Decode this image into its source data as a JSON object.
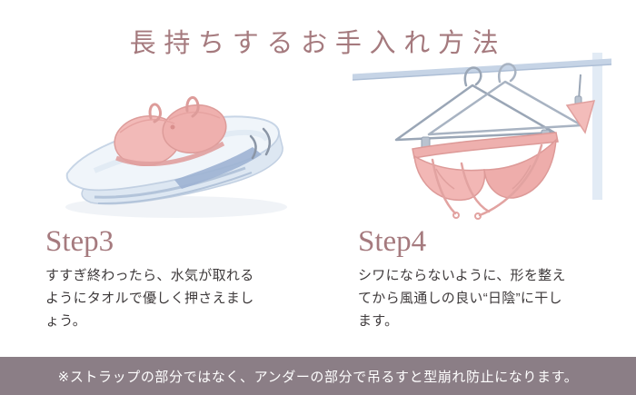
{
  "title": "長持ちするお手入れ方法",
  "steps": [
    {
      "label": "Step3",
      "text": "すすぎ終わったら、水気が取れるようにタオルで優しく押さえましょう。"
    },
    {
      "label": "Step4",
      "text": "シワにならないように、形を整えてから風通しの良い“日陰”に干します。"
    }
  ],
  "footer": {
    "note": "※ストラップの部分ではなく、アンダーの部分で吊るすと型崩れ防止になります。"
  },
  "colors": {
    "accent": "#a57a7e",
    "banner_bg": "#8b7e86",
    "body_text": "#3e3a3b",
    "bra_pink": "#f2b7b5",
    "towel_blue": "#aebfd6"
  },
  "illustrations": {
    "left": "bra-pressed-in-towel-icon",
    "right": "bra-hanging-on-hangers-icon"
  }
}
